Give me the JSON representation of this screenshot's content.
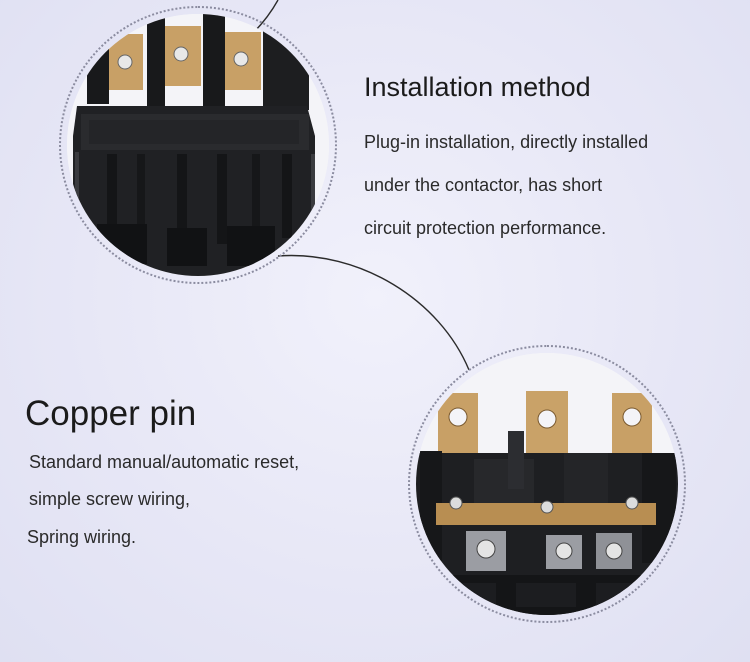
{
  "sections": {
    "installation": {
      "title": "Installation method",
      "lines": [
        "Plug-in installation, directly installed",
        "under the contactor, has short",
        "circuit protection performance."
      ]
    },
    "copper_pin": {
      "title": "Copper pin",
      "lines": [
        "Standard manual/automatic reset,",
        "simple screw wiring,",
        "Spring wiring."
      ]
    }
  },
  "images": [
    {
      "name": "contactor-housing-closeup",
      "depicts": "black plastic contactor housing with copper terminals"
    },
    {
      "name": "copper-pin-closeup",
      "depicts": "three copper plug pins on black contactor base"
    }
  ],
  "colors": {
    "background": "#e9e9f7",
    "copper": "#c8a066",
    "housing": "#1e1f22",
    "text": "#222222"
  }
}
